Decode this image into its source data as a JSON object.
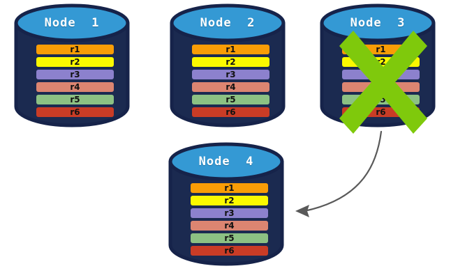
{
  "diagram": {
    "title_text_present": false,
    "background_color": "#ffffff",
    "colors": {
      "cylinder_body": "#1B2A50",
      "cylinder_top": "#3499D4",
      "cylinder_outline": "#16234A",
      "cross_green": "#7FC90C",
      "arrow_gray": "#595959",
      "title_text": "#FFFFFF",
      "row_label_text": "#111111"
    },
    "row_colors": {
      "r1": "#F99D06",
      "r2": "#FBF900",
      "r3": "#8C81CD",
      "r4": "#DC8571",
      "r5": "#8CC183",
      "r6": "#C93C26"
    },
    "nodes": [
      {
        "id": "node-1",
        "label": "Node  1",
        "failed": false,
        "rows": [
          {
            "label": "r1",
            "color_key": "r1"
          },
          {
            "label": "r2",
            "color_key": "r2"
          },
          {
            "label": "r3",
            "color_key": "r3"
          },
          {
            "label": "r4",
            "color_key": "r4"
          },
          {
            "label": "r5",
            "color_key": "r5"
          },
          {
            "label": "r6",
            "color_key": "r6"
          }
        ]
      },
      {
        "id": "node-2",
        "label": "Node  2",
        "failed": false,
        "rows": [
          {
            "label": "r1",
            "color_key": "r1"
          },
          {
            "label": "r2",
            "color_key": "r2"
          },
          {
            "label": "r3",
            "color_key": "r3"
          },
          {
            "label": "r4",
            "color_key": "r4"
          },
          {
            "label": "r5",
            "color_key": "r5"
          },
          {
            "label": "r6",
            "color_key": "r6"
          }
        ]
      },
      {
        "id": "node-3",
        "label": "Node  3",
        "failed": true,
        "rows": [
          {
            "label": "r1",
            "color_key": "r1"
          },
          {
            "label": "r2",
            "color_key": "r2"
          },
          {
            "label": "r3",
            "color_key": "r3"
          },
          {
            "label": "r4",
            "color_key": "r4"
          },
          {
            "label": "r5",
            "color_key": "r5"
          },
          {
            "label": "r6",
            "color_key": "r6"
          }
        ]
      },
      {
        "id": "node-4",
        "label": "Node  4",
        "failed": false,
        "rows": [
          {
            "label": "r1",
            "color_key": "r1"
          },
          {
            "label": "r2",
            "color_key": "r2"
          },
          {
            "label": "r3",
            "color_key": "r3"
          },
          {
            "label": "r4",
            "color_key": "r4"
          },
          {
            "label": "r5",
            "color_key": "r5"
          },
          {
            "label": "r6",
            "color_key": "r6"
          }
        ]
      }
    ],
    "annotations": {
      "failure_marker": "cross-mark-icon",
      "failover_arrow": "curved-arrow-icon",
      "arrow_from": "node-3",
      "arrow_to": "node-4"
    }
  }
}
